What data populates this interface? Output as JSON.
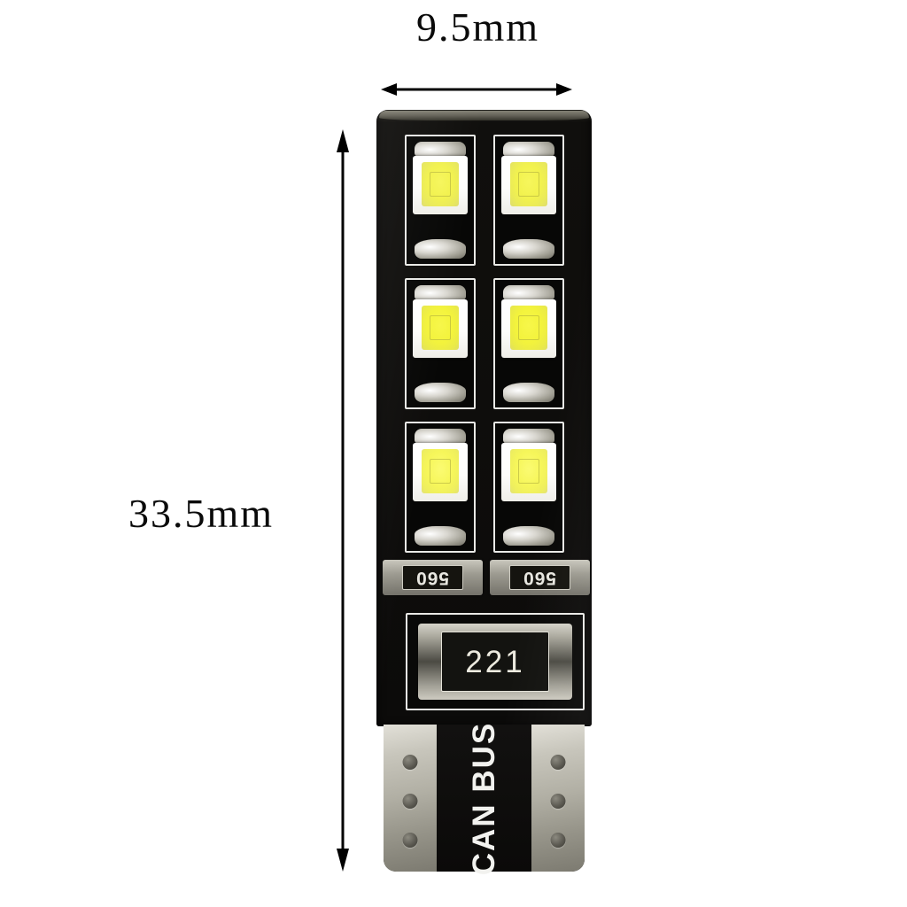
{
  "background_color": "#ffffff",
  "dimensions": {
    "width_label": "9.5mm",
    "height_label": "33.5mm",
    "width_arrow_name": "horizontal-dimension-arrow",
    "height_arrow_name": "vertical-dimension-arrow"
  },
  "product": {
    "type": "t10-canbus-led-bulb",
    "pcb_color": "#0c0b0a",
    "base_text": "CAN BUS",
    "led_count": 6,
    "led_rows": [
      {
        "row": 1,
        "leds": [
          {
            "die_class": "die-a"
          },
          {
            "die_class": "die-a"
          }
        ]
      },
      {
        "row": 2,
        "leds": [
          {
            "die_class": "die-b"
          },
          {
            "die_class": "die-b"
          }
        ]
      },
      {
        "row": 3,
        "leds": [
          {
            "die_class": "die-c"
          },
          {
            "die_class": "die-c"
          }
        ]
      }
    ],
    "small_resistors": [
      {
        "code": "560"
      },
      {
        "code": "560"
      }
    ],
    "large_resistor": {
      "code": "221"
    },
    "contacts": {
      "left_dots": 3,
      "right_dots": 3
    }
  }
}
